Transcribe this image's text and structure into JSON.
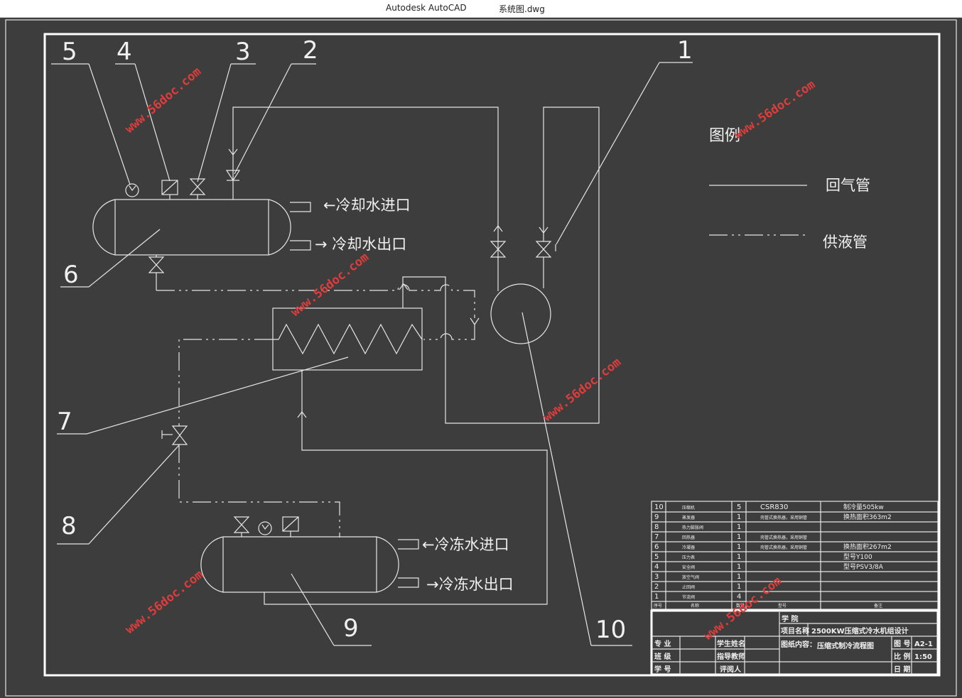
{
  "window": {
    "app_name": "Autodesk AutoCAD",
    "file_name": "系统图.dwg"
  },
  "legend": {
    "title": "图例",
    "return_pipe": "回气管",
    "supply_pipe": "供液管"
  },
  "labels": {
    "cooling_in": "←冷却水进口",
    "cooling_out": "→ 冷却水出口",
    "chilled_in": "←冷冻水进口",
    "chilled_out": "→冷冻水出口"
  },
  "numbers": [
    "1",
    "2",
    "3",
    "4",
    "5",
    "6",
    "7",
    "8",
    "9",
    "10"
  ],
  "watermark": "www.56doc.com",
  "parts_table": [
    {
      "no": "10",
      "name": "压缩机",
      "qty": "5",
      "model": "CSR830",
      "note": "制冷量505kw"
    },
    {
      "no": "9",
      "name": "蒸发器",
      "qty": "1",
      "model": "壳管式换热器，采用铜管",
      "note": "换热面积363m2"
    },
    {
      "no": "8",
      "name": "热力膨胀阀",
      "qty": "1",
      "model": "",
      "note": ""
    },
    {
      "no": "7",
      "name": "回热器",
      "qty": "1",
      "model": "壳管式换热器，采用铜管",
      "note": ""
    },
    {
      "no": "6",
      "name": "冷凝器",
      "qty": "1",
      "model": "壳管式换热器，采用铜管",
      "note": "换热面积267m2"
    },
    {
      "no": "5",
      "name": "压力表",
      "qty": "1",
      "model": "",
      "note": "型号Y100"
    },
    {
      "no": "4",
      "name": "安全阀",
      "qty": "1",
      "model": "",
      "note": "型号PSV3/8A"
    },
    {
      "no": "3",
      "name": "放空气阀",
      "qty": "1",
      "model": "",
      "note": ""
    },
    {
      "no": "2",
      "name": "止回阀",
      "qty": "1",
      "model": "",
      "note": ""
    },
    {
      "no": "1",
      "name": "节流阀",
      "qty": "4",
      "model": "",
      "note": ""
    }
  ],
  "parts_header": {
    "no": "序号",
    "name": "名称",
    "qty": "数量",
    "model": "型号",
    "note": "备注"
  },
  "title_block": {
    "school_label": "学 院",
    "project_label": "项目名称",
    "project_value": "2500KW压缩式冷水机组设计",
    "drawing_label": "图纸内容：",
    "drawing_value": "压缩式制冷流程图",
    "fig_no_label": "图 号",
    "fig_no_value": "A2-1",
    "scale_label": "比 例",
    "scale_value": "1:50",
    "date_label": "日 期",
    "major_label": "专 业",
    "class_label": "班 级",
    "student_no_label": "学 号",
    "student_name_label": "学生姓名",
    "advisor_label": "指导教师",
    "reviewer_label": "评阅人"
  }
}
